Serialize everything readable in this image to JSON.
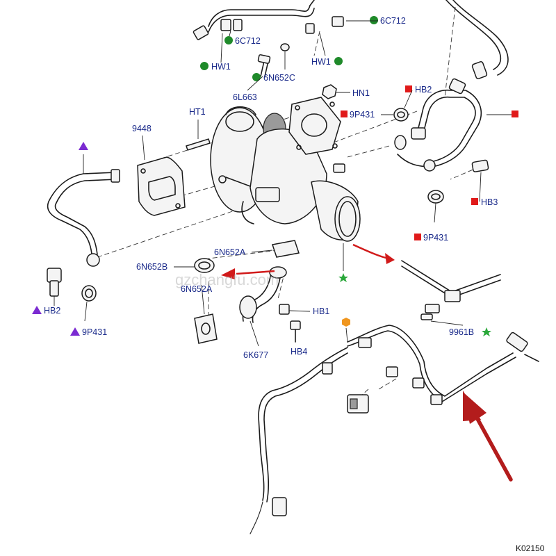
{
  "diagram": {
    "labels": {
      "l_6c712_top": "6C712",
      "l_6c712_left": "6C712",
      "l_hw1_left": "HW1",
      "l_hw1_right": "HW1",
      "l_6n652c": "6N652C",
      "l_6l663": "6L663",
      "l_hn1": "HN1",
      "l_hb2_top": "HB2",
      "l_9p431_top": "9P431",
      "l_ht1": "HT1",
      "l_9448": "9448",
      "l_hb3": "HB3",
      "l_9p431_right": "9P431",
      "l_6n652a_a": "6N652A",
      "l_6n652b": "6N652B",
      "l_6n652a_b": "6N652A",
      "l_hb2_left": "HB2",
      "l_9p431_left": "9P431",
      "l_hb1": "HB1",
      "l_hb4": "HB4",
      "l_6k677": "6K677",
      "l_9961b": "9961B"
    },
    "watermark": "gzchangfu.com",
    "figure_code": "K02150"
  }
}
